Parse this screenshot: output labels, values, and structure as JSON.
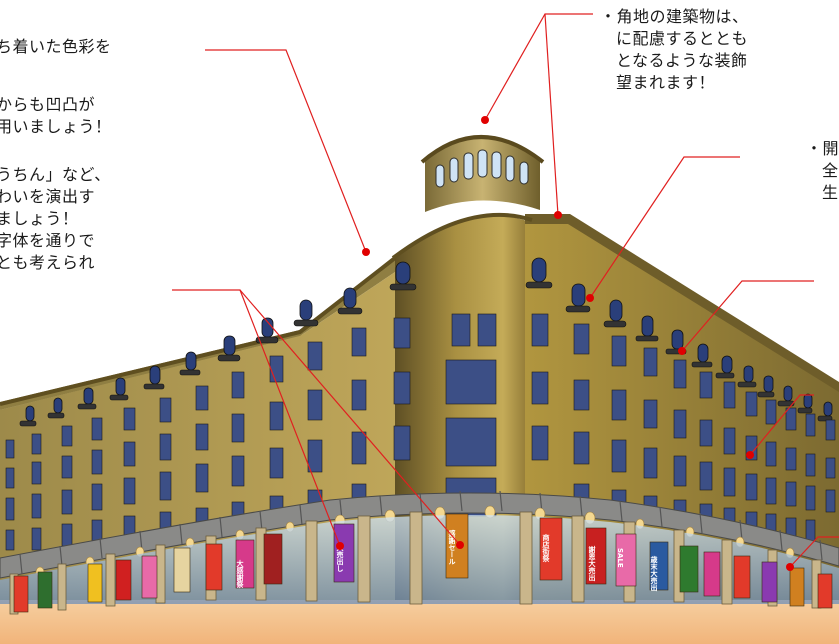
{
  "notes": {
    "top_left": [
      "ち着いた色彩を"
    ],
    "top_left_2": [
      "からも凹凸が",
      "用いましょう！"
    ],
    "left_mid": [
      "うちん」など、",
      "わいを演出す",
      "ましょう！",
      "字体を通りで",
      "とも考えられ"
    ],
    "top_right": [
      "・角地の建築物は、",
      "に配慮するととも",
      "となるような装飾",
      "望まれます！"
    ],
    "right": [
      "・開",
      "全",
      "生"
    ]
  },
  "banners": [
    "大感謝祭",
    "SALE",
    "大売出し",
    "謝恩大売出",
    "感謝セール",
    "商店街祭",
    "歳末大売出"
  ],
  "colors": {
    "facade": "#a88f3e",
    "roof": "#b3a76a",
    "leader": "#e02020",
    "dot": "#e00000",
    "street": "#f3c08a"
  }
}
